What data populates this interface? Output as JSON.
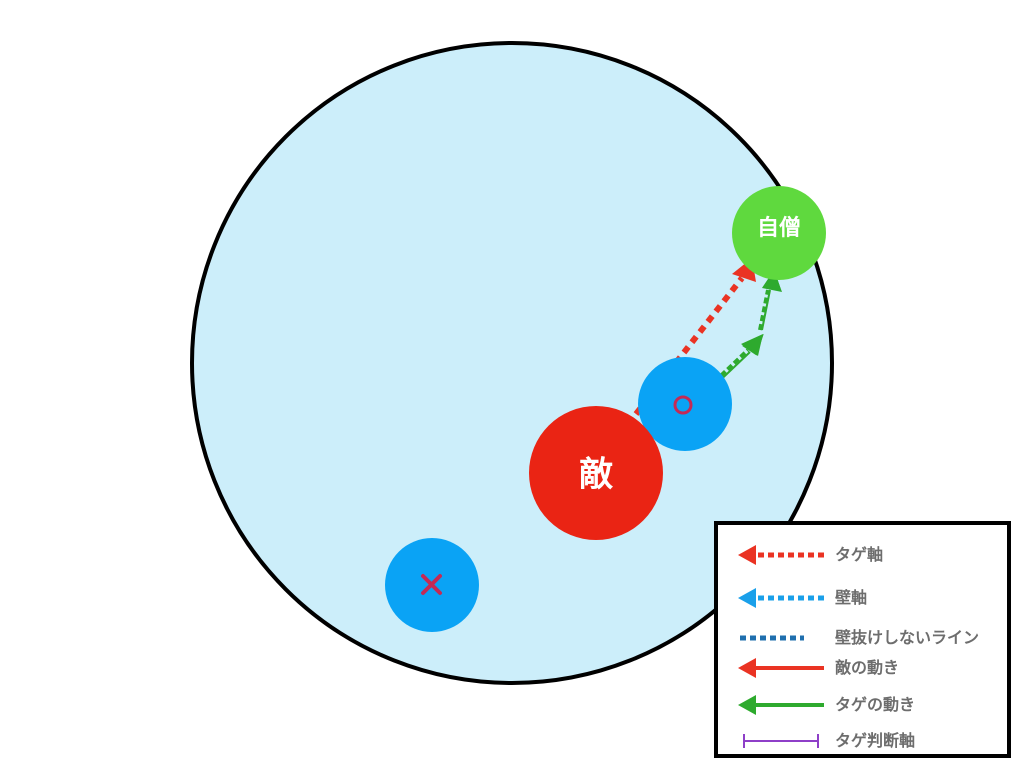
{
  "arena": {
    "fill": "#cceefa",
    "stroke": "#000000"
  },
  "tokens": {
    "enemy": {
      "label": "敵",
      "color": "#ea2414"
    },
    "self": {
      "label": "自僧",
      "color": "#5fd93e"
    },
    "wall_good": {
      "marker": "○",
      "color": "#0aa3f5",
      "marker_color": "#c42a55"
    },
    "wall_bad": {
      "marker": "×",
      "color": "#0aa3f5",
      "marker_color": "#c42a55"
    }
  },
  "legend": {
    "items": [
      {
        "label": "タゲ軸",
        "style": "dotted-arrow",
        "color": "#ea3323"
      },
      {
        "label": "壁軸",
        "style": "dotted-arrow",
        "color": "#1aa0ea"
      },
      {
        "label": "壁抜けしないライン",
        "style": "dotted-line",
        "color": "#1f6fae"
      },
      {
        "label": "敵の動き",
        "style": "solid-arrow",
        "color": "#ea3323"
      },
      {
        "label": "タゲの動き",
        "style": "solid-arrow",
        "color": "#2eaa2e"
      },
      {
        "label": "タゲ判断軸",
        "style": "bar",
        "color": "#8e3fc8"
      }
    ]
  }
}
